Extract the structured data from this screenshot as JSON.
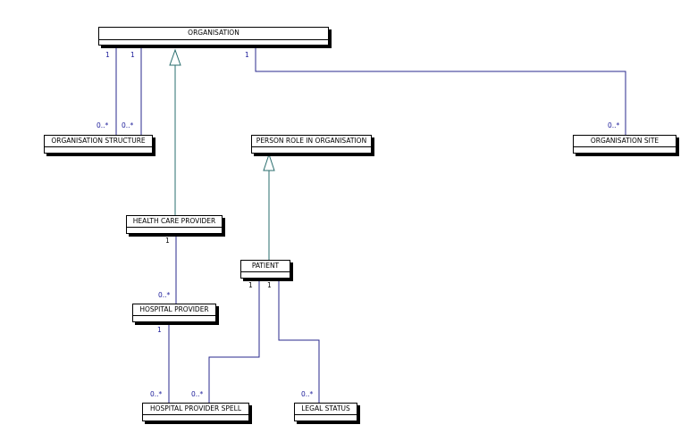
{
  "classes": {
    "organisation": "ORGANISATION",
    "organisation_structure": "ORGANISATION STRUCTURE",
    "person_role": "PERSON ROLE IN ORGANISATION",
    "organisation_site": "ORGANISATION SITE",
    "health_care_provider": "HEALTH CARE PROVIDER",
    "patient": "PATIENT",
    "hospital_provider": "HOSPITAL PROVIDER",
    "hospital_provider_spell": "HOSPITAL PROVIDER SPELL",
    "legal_status": "LEGAL STATUS"
  },
  "multiplicities": {
    "one": "1",
    "many": "0..*"
  },
  "colors": {
    "association": "#2a2a8c",
    "generalization": "#2a6e6e",
    "box_border": "#000000"
  }
}
